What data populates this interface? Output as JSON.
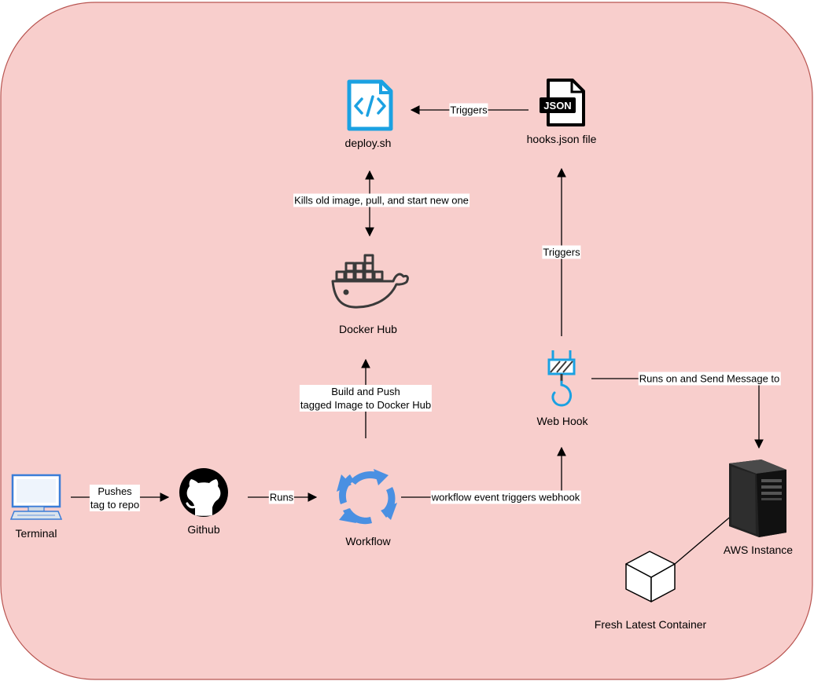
{
  "nodes": {
    "deploy": {
      "label": "deploy.sh",
      "icon": "code-file-icon"
    },
    "hooks": {
      "label": "hooks.json file",
      "icon": "json-file-icon",
      "badge": "JSON"
    },
    "docker": {
      "label": "Docker Hub",
      "icon": "docker-whale-icon"
    },
    "webhook": {
      "label": "Web Hook",
      "icon": "webhook-crane-hook-icon"
    },
    "terminal": {
      "label": "Terminal",
      "icon": "terminal-monitor-icon"
    },
    "github": {
      "label": "Github",
      "icon": "github-octocat-icon"
    },
    "workflow": {
      "label": "Workflow",
      "icon": "workflow-cycle-icon"
    },
    "aws": {
      "label": "AWS Instance",
      "icon": "server-tower-icon"
    },
    "container": {
      "label": "Fresh Latest Container",
      "icon": "cube-icon"
    }
  },
  "edges": {
    "hooks_to_deploy": "Triggers",
    "deploy_docker": "Kills old image, pull, and start new one",
    "webhook_to_hooks": "Triggers",
    "workflow_to_docker_line1": "Build and Push",
    "workflow_to_docker_line2": "tagged Image to Docker Hub",
    "webhook_to_aws": "Runs on and Send Message to",
    "terminal_to_github_line1": "Pushes",
    "terminal_to_github_line2": "tag to repo",
    "github_to_workflow": "Runs",
    "workflow_to_webhook": "workflow event triggers webhook"
  },
  "colors": {
    "background_fill": "#f8cecc",
    "background_stroke": "#b85450",
    "icon_blue": "#1ba1e2",
    "workflow_blue": "#4a90e2",
    "icon_dark": "#3a3a3a",
    "terminal_blue": "#3b7dd8"
  }
}
